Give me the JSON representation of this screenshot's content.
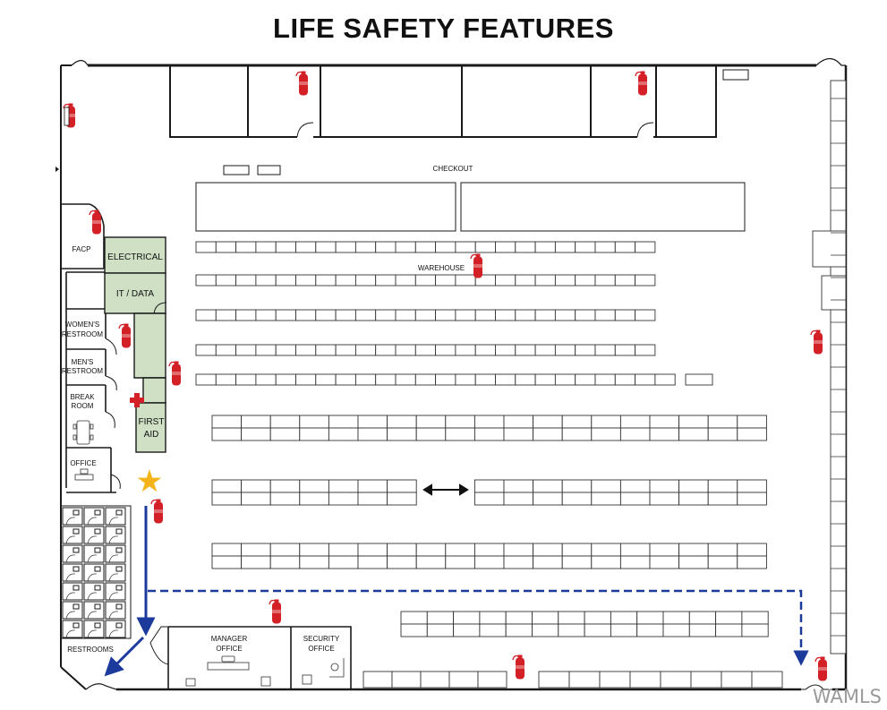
{
  "title": "LIFE SAFETY FEATURES",
  "labels": {
    "checkout": "CHECKOUT",
    "warehouse": "WAREHOUSE",
    "facp": "FACP",
    "electrical": "ELECTRICAL",
    "it_data": "IT / DATA",
    "womens_1": "WOMEN'S",
    "womens_2": "RESTROOM",
    "mens_1": "MEN'S",
    "mens_2": "RESTROOM",
    "break_1": "BREAK",
    "break_2": "ROOM",
    "first_aid_1": "FIRST",
    "first_aid_2": "AID",
    "office": "OFFICE",
    "restrooms": "RESTROOMS",
    "manager_1": "MANAGER",
    "manager_2": "OFFICE",
    "security_1": "SECURITY",
    "security_2": "OFFICE"
  },
  "watermark": "WAMLS",
  "colors": {
    "wall": "#1a1a1a",
    "green_room": "#cfe0c5",
    "extinguisher": "#d31f26",
    "first_aid_cross": "#d31f26",
    "assembly_star": "#f5b31a",
    "exit_route": "#1b3a9c"
  },
  "icons": [
    "fire-extinguisher-icon",
    "first-aid-cross-icon",
    "assembly-star-icon",
    "exit-route-arrow-icon",
    "two-way-arrow-icon"
  ]
}
